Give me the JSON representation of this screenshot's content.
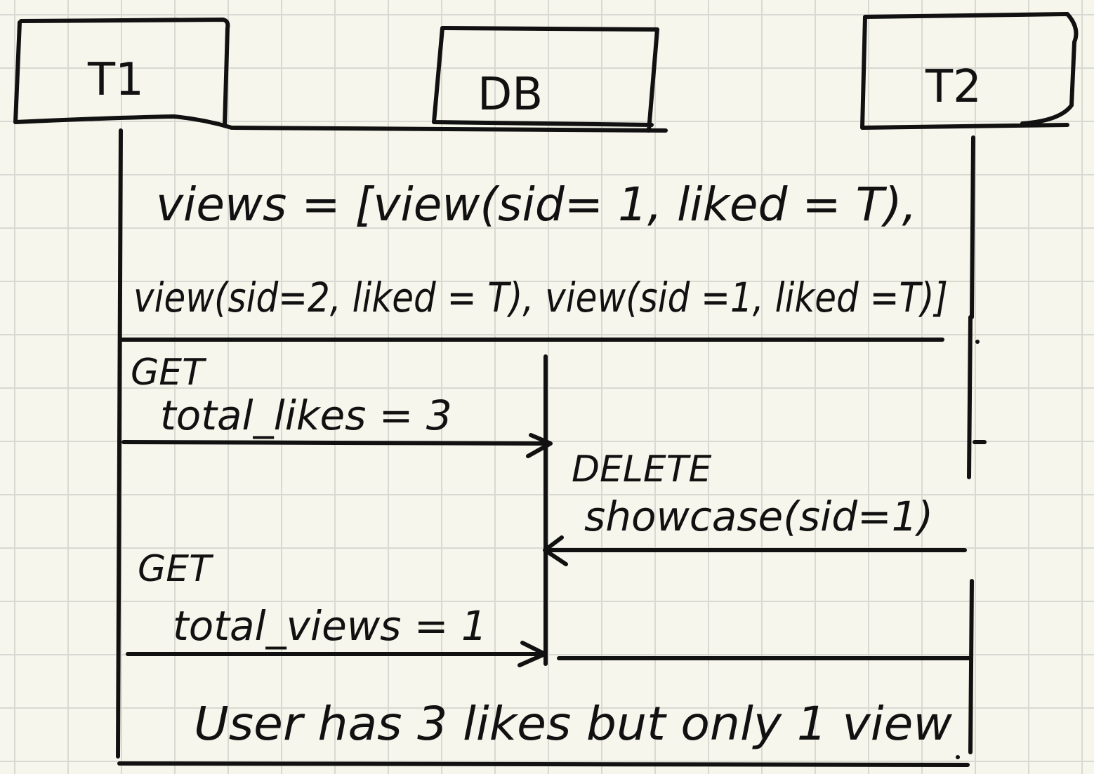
{
  "participants": {
    "t1": "T1",
    "db": "DB",
    "t2": "T2"
  },
  "state": {
    "line1": "views = [view(sid= 1, liked = T),",
    "line2": "view(sid=2, liked = T), view(sid =1, liked =T)]"
  },
  "messages": {
    "get_likes_verb": "GET",
    "get_likes_expr": "total_likes = 3",
    "delete_verb": "DELETE",
    "delete_expr": "showcase(sid=1)",
    "get_views_verb": "GET",
    "get_views_expr": "total_views = 1"
  },
  "conclusion": "User has 3 likes but only 1 view",
  "colors": {
    "ink": "#111111",
    "paper": "#f6f6ec",
    "grid": "#d9d9d3"
  }
}
